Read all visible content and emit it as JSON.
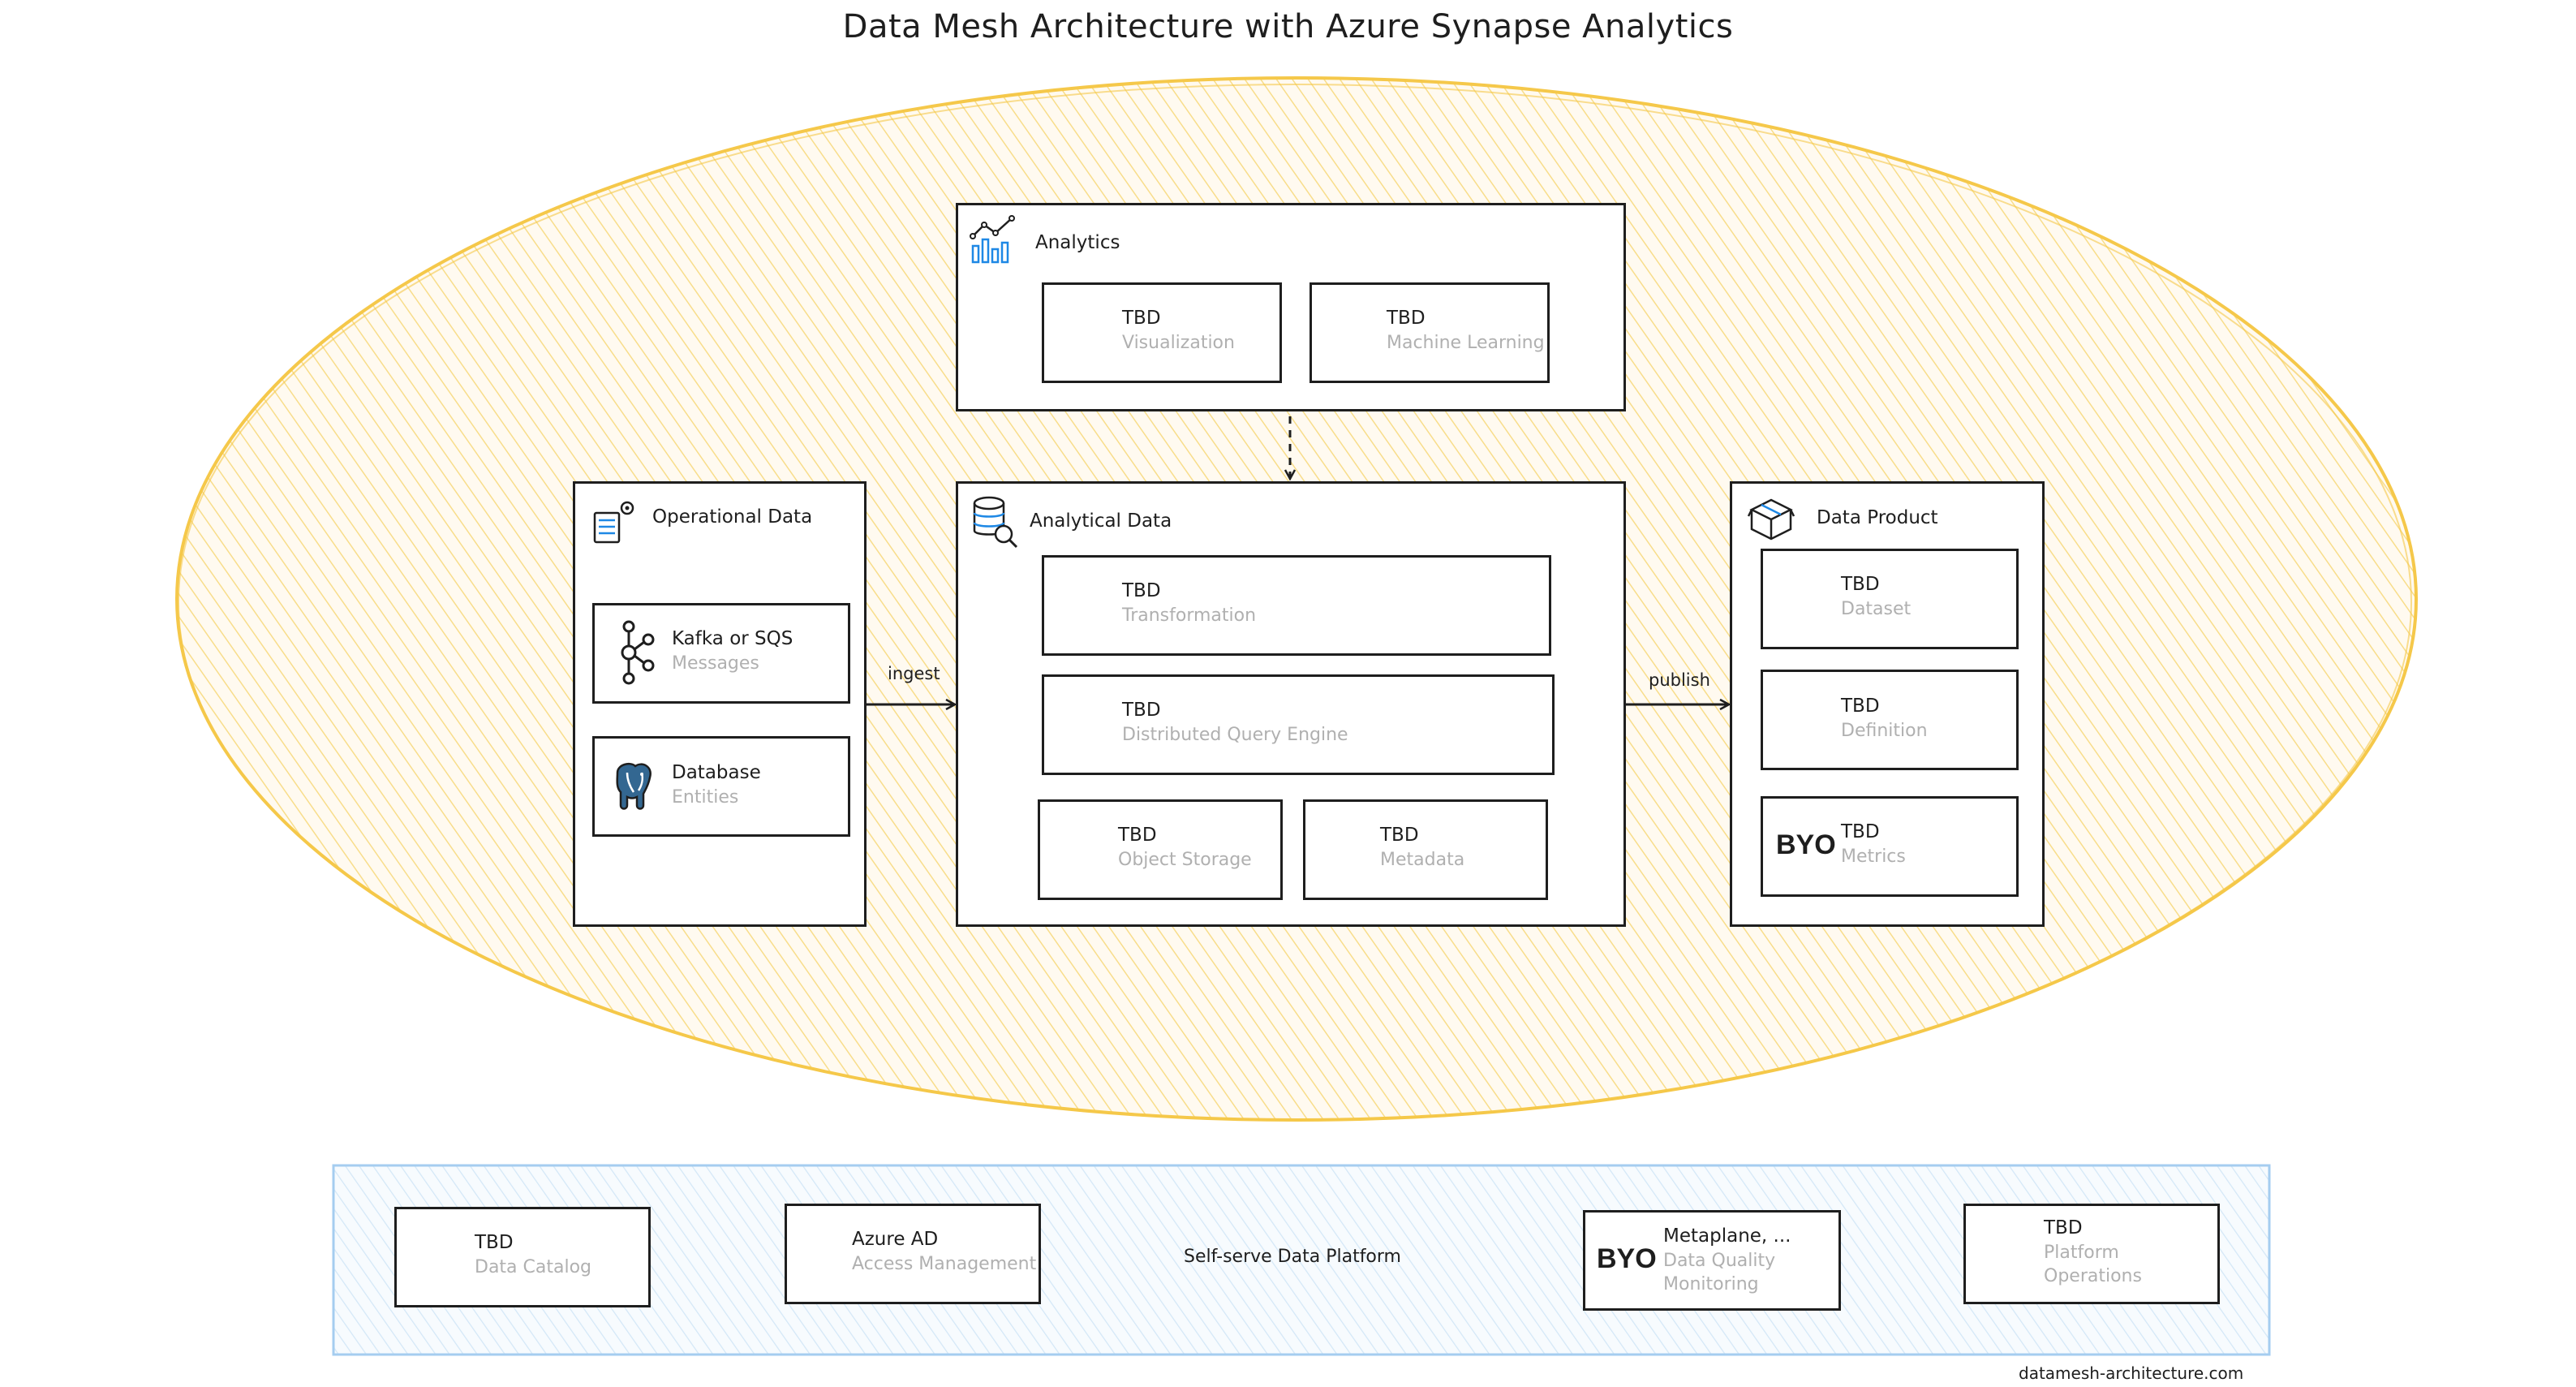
{
  "title": "Data Mesh Architecture with Azure Synapse Analytics",
  "colors": {
    "mesh_fill": "#fff3c4",
    "mesh_stroke": "#f5c84a",
    "platform_fill": "#e7f2fb",
    "platform_stroke": "#a5cdf0",
    "stroke": "#1e1e1e",
    "muted": "#b0b0b0",
    "accent_blue": "#1e88e5"
  },
  "analytics": {
    "title": "Analytics",
    "cards": [
      {
        "main": "TBD",
        "sub": "Visualization"
      },
      {
        "main": "TBD",
        "sub": "Machine Learning"
      }
    ]
  },
  "operational": {
    "title": "Operational Data",
    "cards": [
      {
        "main": "Kafka or SQS",
        "sub": "Messages"
      },
      {
        "main": "Database",
        "sub": "Entities"
      }
    ]
  },
  "analytical": {
    "title": "Analytical Data",
    "cards": [
      {
        "main": "TBD",
        "sub": "Transformation"
      },
      {
        "main": "TBD",
        "sub": "Distributed Query Engine"
      },
      {
        "main": "TBD",
        "sub": "Object Storage"
      },
      {
        "main": "TBD",
        "sub": "Metadata"
      }
    ]
  },
  "product": {
    "title": "Data Product",
    "cards": [
      {
        "main": "TBD",
        "sub": "Dataset"
      },
      {
        "main": "TBD",
        "sub": "Definition"
      },
      {
        "main": "TBD",
        "sub": "Metrics",
        "badge": "BYO"
      }
    ]
  },
  "edges": {
    "ingest": "ingest",
    "publish": "publish"
  },
  "platform": {
    "label": "Self-serve Data Platform",
    "cards": [
      {
        "main": "TBD",
        "sub": "Data Catalog"
      },
      {
        "main": "Azure AD",
        "sub": "Access Management"
      },
      {
        "main": "Metaplane, ...",
        "sub": "Data Quality\nMonitoring",
        "badge": "BYO"
      },
      {
        "main": "TBD",
        "sub": "Platform\nOperations"
      }
    ]
  },
  "footer": "datamesh-architecture.com"
}
